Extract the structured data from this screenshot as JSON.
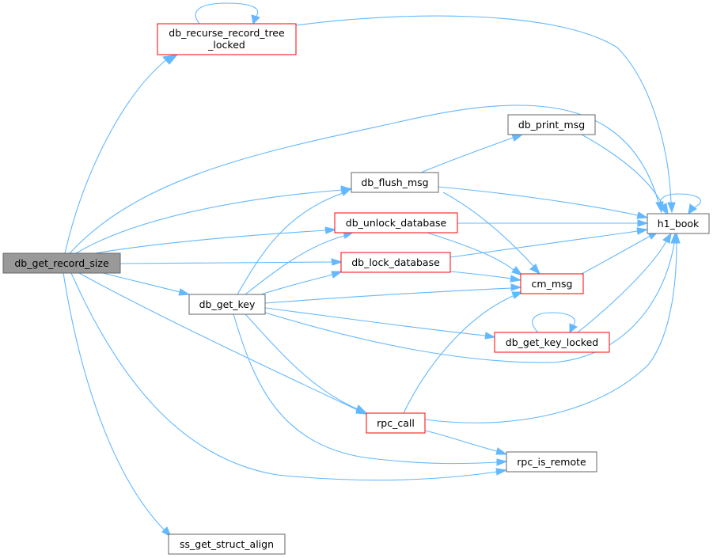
{
  "diagram": {
    "colors": {
      "edge": "#63b8ff",
      "focus_fill": "#999999",
      "focus_border": "#666666",
      "normal_border": "#666666",
      "red_border": "#ff0000",
      "fill": "#ffffff"
    },
    "nodes": {
      "db_get_record_size": {
        "label": "db_get_record_size",
        "style": "focus"
      },
      "db_recurse_record_tree_locked": {
        "label1": "db_recurse_record_tree",
        "label2": "_locked",
        "style": "red"
      },
      "db_print_msg": {
        "label": "db_print_msg",
        "style": "normal"
      },
      "db_flush_msg": {
        "label": "db_flush_msg",
        "style": "normal"
      },
      "db_unlock_database": {
        "label": "db_unlock_database",
        "style": "red"
      },
      "h1_book": {
        "label": "h1_book",
        "style": "normal"
      },
      "db_lock_database": {
        "label": "db_lock_database",
        "style": "red"
      },
      "cm_msg": {
        "label": "cm_msg",
        "style": "red"
      },
      "db_get_key": {
        "label": "db_get_key",
        "style": "normal"
      },
      "db_get_key_locked": {
        "label": "db_get_key_locked",
        "style": "red"
      },
      "rpc_call": {
        "label": "rpc_call",
        "style": "red"
      },
      "rpc_is_remote": {
        "label": "rpc_is_remote",
        "style": "normal"
      },
      "ss_get_struct_align": {
        "label": "ss_get_struct_align",
        "style": "normal"
      }
    },
    "edges": [
      {
        "from": "db_get_record_size",
        "to": "db_recurse_record_tree_locked"
      },
      {
        "from": "db_get_record_size",
        "to": "h1_book"
      },
      {
        "from": "db_get_record_size",
        "to": "db_flush_msg"
      },
      {
        "from": "db_get_record_size",
        "to": "db_unlock_database"
      },
      {
        "from": "db_get_record_size",
        "to": "db_lock_database"
      },
      {
        "from": "db_get_record_size",
        "to": "db_get_key"
      },
      {
        "from": "db_get_record_size",
        "to": "rpc_call"
      },
      {
        "from": "db_get_record_size",
        "to": "rpc_is_remote"
      },
      {
        "from": "db_get_record_size",
        "to": "ss_get_struct_align"
      },
      {
        "from": "db_recurse_record_tree_locked",
        "to": "db_recurse_record_tree_locked"
      },
      {
        "from": "db_recurse_record_tree_locked",
        "to": "h1_book"
      },
      {
        "from": "db_flush_msg",
        "to": "db_print_msg"
      },
      {
        "from": "db_flush_msg",
        "to": "h1_book"
      },
      {
        "from": "db_flush_msg",
        "to": "cm_msg"
      },
      {
        "from": "db_print_msg",
        "to": "h1_book"
      },
      {
        "from": "db_unlock_database",
        "to": "h1_book"
      },
      {
        "from": "db_unlock_database",
        "to": "cm_msg"
      },
      {
        "from": "db_lock_database",
        "to": "h1_book"
      },
      {
        "from": "db_lock_database",
        "to": "cm_msg"
      },
      {
        "from": "cm_msg",
        "to": "h1_book"
      },
      {
        "from": "h1_book",
        "to": "h1_book"
      },
      {
        "from": "db_get_key",
        "to": "db_flush_msg"
      },
      {
        "from": "db_get_key",
        "to": "db_unlock_database"
      },
      {
        "from": "db_get_key",
        "to": "db_lock_database"
      },
      {
        "from": "db_get_key",
        "to": "cm_msg"
      },
      {
        "from": "db_get_key",
        "to": "db_get_key_locked"
      },
      {
        "from": "db_get_key",
        "to": "h1_book"
      },
      {
        "from": "db_get_key",
        "to": "rpc_call"
      },
      {
        "from": "db_get_key",
        "to": "rpc_is_remote"
      },
      {
        "from": "db_get_key_locked",
        "to": "db_get_key_locked"
      },
      {
        "from": "db_get_key_locked",
        "to": "h1_book"
      },
      {
        "from": "rpc_call",
        "to": "cm_msg"
      },
      {
        "from": "rpc_call",
        "to": "h1_book"
      },
      {
        "from": "rpc_call",
        "to": "rpc_is_remote"
      }
    ]
  }
}
